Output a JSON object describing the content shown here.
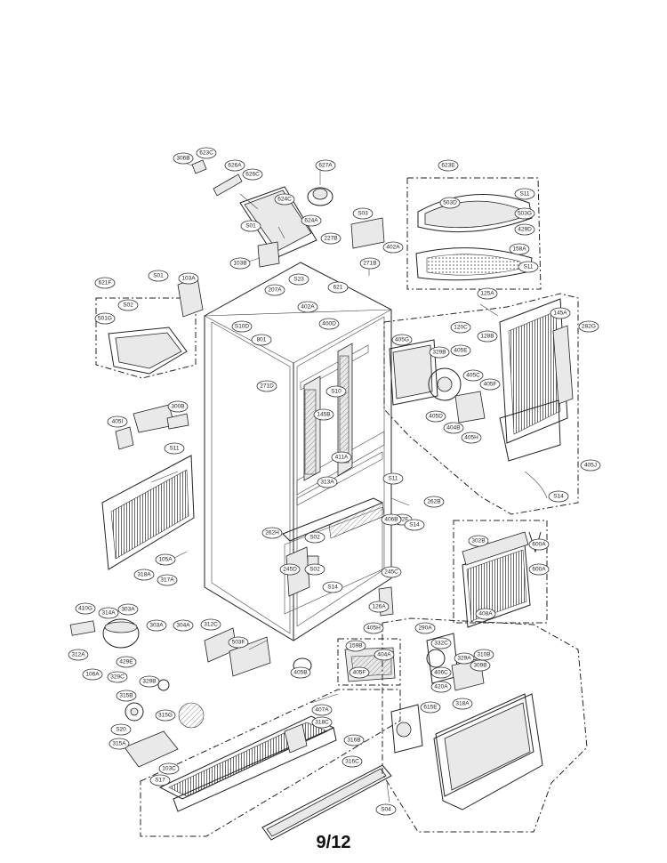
{
  "page_number": "9/12",
  "part_labels": [
    "306B",
    "623C",
    "626A",
    "626C",
    "627A",
    "623E",
    "S11",
    "503D",
    "503G",
    "429D",
    "624C",
    "S03",
    "227B",
    "402A",
    "158A",
    "S01",
    "624A",
    "103B",
    "S11",
    "S01",
    "103A",
    "621F",
    "S02",
    "207A",
    "S23",
    "402A",
    "621",
    "271B",
    "125A",
    "501G",
    "S10D",
    "801",
    "400D",
    "405G",
    "329B",
    "120C",
    "405E",
    "128B",
    "145A",
    "282G",
    "271D",
    "405C",
    "S10",
    "405F",
    "600A",
    "300B",
    "145B",
    "405D",
    "404B",
    "405H",
    "405I",
    "411A",
    "S11",
    "313A",
    "S11",
    "262B",
    "S14",
    "405J",
    "282F",
    "S14",
    "406B",
    "S02",
    "302B",
    "262H",
    "245D",
    "S02",
    "S14",
    "105A",
    "318A",
    "317A",
    "245C",
    "600A",
    "126A",
    "408A",
    "410G",
    "314A",
    "303A",
    "303A",
    "304A",
    "312C",
    "503F",
    "405H",
    "290A",
    "312A",
    "429E",
    "159B",
    "404A",
    "332C",
    "310B",
    "106A",
    "405B",
    "329A",
    "309B",
    "329C",
    "329B",
    "405F",
    "406C",
    "420A",
    "315B",
    "407A",
    "615E",
    "318A",
    "315G",
    "318C",
    "S20",
    "315A",
    "316B",
    "103C",
    "316C",
    "S17",
    "S04"
  ]
}
